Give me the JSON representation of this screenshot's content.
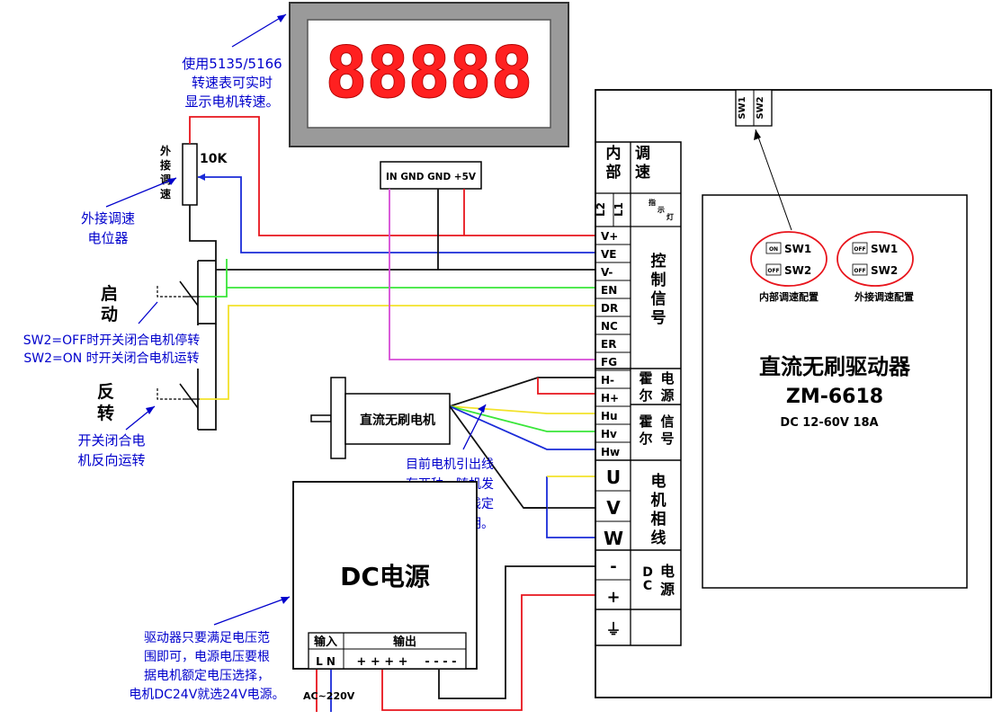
{
  "tachometer": {
    "digits": "88888"
  },
  "notes": {
    "tach_note": [
      "使用5135/5166",
      "转速表可实时",
      "显示电机转速。"
    ],
    "pot_note": [
      "外接调速",
      "电位器"
    ],
    "sw2_off": "SW2=OFF时开关闭合电机停转",
    "sw2_on": "SW2=ON 时开关闭合电机运转",
    "reverse_note": [
      "开关闭合电",
      "机反向运转"
    ],
    "motor_note": [
      "目前电机引出线",
      "有两种，随机发",
      "货！具体接线定",
      "义请参考说明。"
    ],
    "psu_note": [
      "驱动器只要满足电压范",
      "围即可，电源电压要根",
      "据电机额定电压选择，",
      "电机DC24V就选24V电源。"
    ]
  },
  "potentiometer": {
    "label_chars": [
      "外",
      "接",
      "调",
      "速"
    ],
    "value": "10K"
  },
  "switches": {
    "start_chars": [
      "启",
      "动"
    ],
    "reverse_chars": [
      "反",
      "转"
    ]
  },
  "connector_top": {
    "label": "IN GND GND +5V"
  },
  "motor": {
    "label": "直流无刷电机"
  },
  "power_supply": {
    "title": "DC电源",
    "input_label": "输入",
    "output_label": "输出",
    "input_terms": "L N",
    "output_plus": "+ + + +",
    "output_minus": "- - - -",
    "ac_label": "AC~220V"
  },
  "terminal_block": {
    "pins": [
      "V+",
      "VE",
      "V-",
      "EN",
      "DR",
      "NC",
      "ER",
      "FG",
      "H-",
      "H+",
      "Hu",
      "Hv",
      "Hw"
    ],
    "phase_pins": [
      "U",
      "V",
      "W"
    ],
    "dc_pins": [
      "-",
      "+",
      "⏚"
    ],
    "top_pins": [
      "L2",
      "L1"
    ],
    "indicator_label": [
      "指",
      "示",
      "灯"
    ],
    "group_internal_speed": [
      "内",
      "部",
      "调",
      "速"
    ],
    "group_control": [
      "控",
      "制",
      "信",
      "号"
    ],
    "group_hall_power": [
      "霍",
      "尔",
      "电",
      "源"
    ],
    "group_hall_signal": [
      "霍",
      "尔",
      "信",
      "号"
    ],
    "group_motor_phase": [
      "电",
      "机",
      "相",
      "线"
    ],
    "group_dc_power": [
      "D",
      "C",
      "电",
      "源"
    ]
  },
  "dip_switch": {
    "labels": [
      "SW1",
      "SW2"
    ]
  },
  "driver": {
    "title": "直流无刷驱动器",
    "model": "ZM-6618",
    "spec": "DC 12-60V 18A"
  },
  "config": {
    "internal": {
      "sw1_state": "ON",
      "sw2_state": "OFF",
      "sw1": "SW1",
      "sw2": "SW2",
      "label": "内部调速配置"
    },
    "external": {
      "sw1_state": "OFF",
      "sw2_state": "OFF",
      "sw1": "SW1",
      "sw2": "SW2",
      "label": "外接调速配置"
    }
  },
  "colors": {
    "red": "#e8141c",
    "blue": "#1a2bd8",
    "green": "#39e639",
    "yellow": "#f2e22a",
    "magenta": "#d64ad6",
    "black": "#111111",
    "note_blue": "#0000cc",
    "led": "#ff2020"
  }
}
